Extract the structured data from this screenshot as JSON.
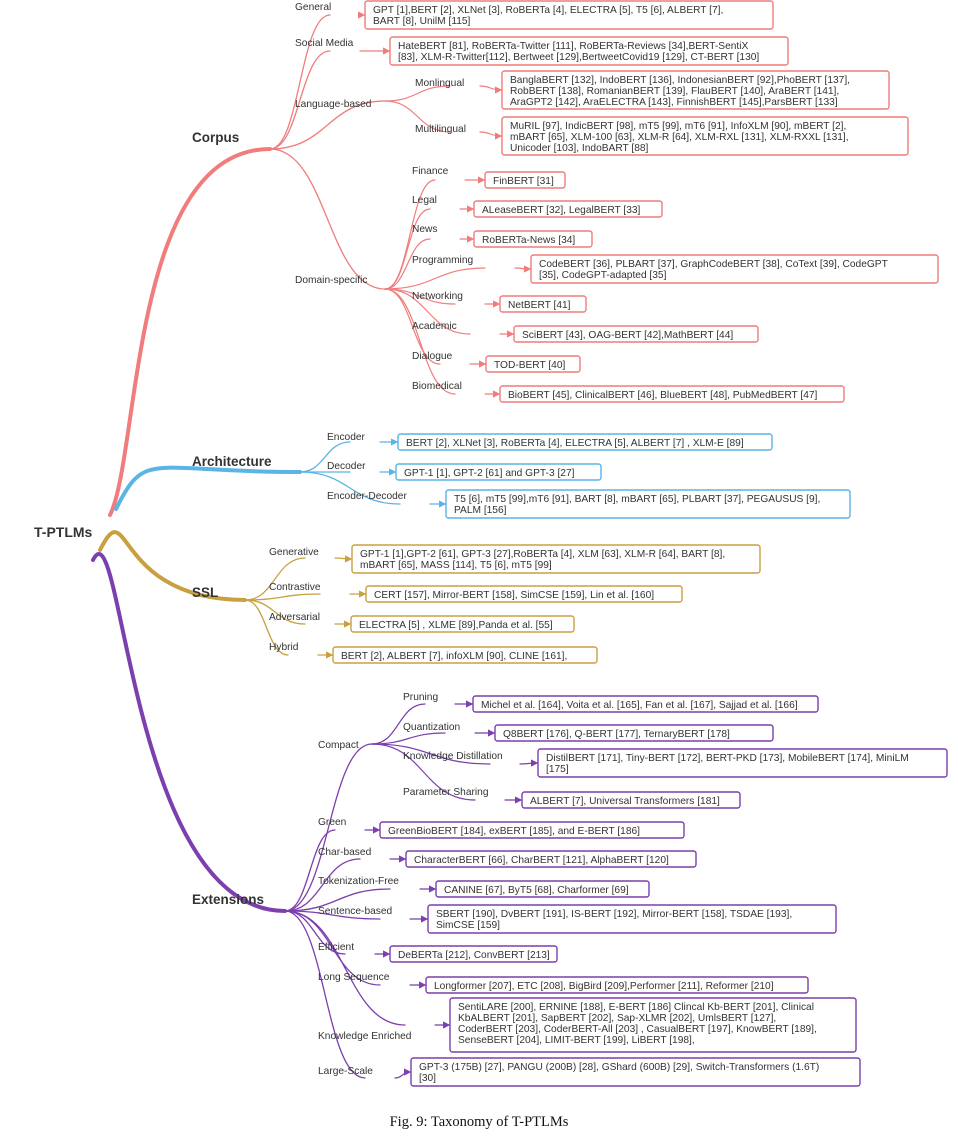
{
  "root": "T-PTLMs",
  "caption": "Fig. 9:  Taxonomy of T-PTLMs",
  "colors": {
    "corpus": "#f07c7c",
    "architecture": "#5ab4e5",
    "ssl": "#c9a040",
    "extensions": "#7b3fae"
  },
  "groups": [
    {
      "id": "corpus",
      "label": "Corpus",
      "color": "#f07c7c",
      "nodes": [
        {
          "label": "General",
          "box": [
            "GPT [1],BERT [2], XLNet [3], RoBERTa [4], ELECTRA [5], T5 [6], ALBERT [7],",
            "BART [8], UnilM [115]"
          ]
        },
        {
          "label": "Social Media",
          "box": [
            "HateBERT [81], RoBERTa-Twitter [111], RoBERTa-Reviews [34],BERT-SentiX",
            "[83], XLM-R-Twitter[112], Bertweet [129],BertweetCovid19 [129], CT-BERT [130]"
          ]
        },
        {
          "label": "Language-based",
          "children": [
            {
              "label": "Monlingual",
              "box": [
                "BanglaBERT [132], IndoBERT [136], IndonesianBERT [92],PhoBERT [137],",
                "RobBERT [138], RomanianBERT [139], FlauBERT [140], AraBERT [141],",
                "AraGPT2 [142], AraELECTRA [143],  FinnishBERT [145],ParsBERT [133]"
              ]
            },
            {
              "label": "Multilingual",
              "box": [
                "MuRIL [97], IndicBERT [98], mT5 [99], mT6 [91], InfoXLM [90], mBERT [2],",
                "mBART [65], XLM-100 [63], XLM-R [64], XLM-RXL [131], XLM-RXXL [131],",
                "Unicoder [103], IndoBART [88]"
              ]
            }
          ]
        },
        {
          "label": "Domain-specific",
          "children": [
            {
              "label": "Finance",
              "box": [
                "FinBERT [31]"
              ]
            },
            {
              "label": "Legal",
              "box": [
                "ALeaseBERT [32], LegalBERT [33]"
              ]
            },
            {
              "label": "News",
              "box": [
                "RoBERTa-News [34]"
              ]
            },
            {
              "label": "Programming",
              "box": [
                "CodeBERT [36], PLBART [37], GraphCodeBERT [38], CoText [39], CodeGPT",
                "[35], CodeGPT-adapted [35]"
              ]
            },
            {
              "label": "Networking",
              "box": [
                "NetBERT [41]"
              ]
            },
            {
              "label": "Academic",
              "box": [
                "SciBERT [43], OAG-BERT [42],MathBERT [44]"
              ]
            },
            {
              "label": "Dialogue",
              "box": [
                "TOD-BERT [40]"
              ]
            },
            {
              "label": "Biomedical",
              "box": [
                "BioBERT [45], ClinicalBERT [46], BlueBERT [48], PubMedBERT [47]"
              ]
            }
          ]
        }
      ]
    },
    {
      "id": "architecture",
      "label": "Architecture",
      "color": "#5ab4e5",
      "nodes": [
        {
          "label": "Encoder",
          "box": [
            "BERT [2], XLNet [3], RoBERTa [4], ELECTRA [5], ALBERT [7] , XLM-E [89]"
          ]
        },
        {
          "label": "Decoder",
          "box": [
            "GPT-1 [1], GPT-2 [61] and GPT-3 [27]"
          ]
        },
        {
          "label": "Encoder-Decoder",
          "box": [
            "T5 [6], mT5 [99],mT6 [91], BART [8], mBART [65], PLBART [37], PEGAUSUS [9],",
            "PALM [156]"
          ]
        }
      ]
    },
    {
      "id": "ssl",
      "label": "SSL",
      "color": "#c9a040",
      "nodes": [
        {
          "label": "Generative",
          "box": [
            "GPT-1 [1],GPT-2 [61], GPT-3 [27],RoBERTa [4], XLM [63], XLM-R [64], BART [8],",
            "mBART [65], MASS [114], T5 [6], mT5 [99]"
          ]
        },
        {
          "label": "Contrastive",
          "box": [
            "CERT [157], Mirror-BERT [158], SimCSE [159], Lin et al. [160]"
          ]
        },
        {
          "label": "Adversarial",
          "box": [
            "ELECTRA [5] , XLME [89],Panda et al. [55]"
          ]
        },
        {
          "label": "Hybrid",
          "box": [
            "BERT [2],  ALBERT [7], infoXLM [90],  CLINE [161],"
          ]
        }
      ]
    },
    {
      "id": "extensions",
      "label": "Extensions",
      "color": "#7b3fae",
      "nodes": [
        {
          "label": "Compact",
          "children": [
            {
              "label": "Pruning",
              "box": [
                "Michel et al. [164], Voita et al. [165], Fan et al. [167], Sajjad et al. [166]"
              ]
            },
            {
              "label": "Quantization",
              "box": [
                "Q8BERT [176], Q-BERT [177], TernaryBERT [178]"
              ]
            },
            {
              "label": "Knowledge Distillation",
              "box": [
                "DistilBERT [171], Tiny-BERT [172], BERT-PKD [173], MobileBERT [174], MiniLM",
                "[175]"
              ]
            },
            {
              "label": "Parameter Sharing",
              "box": [
                "ALBERT [7], Universal Transformers [181]"
              ]
            }
          ]
        },
        {
          "label": "Green",
          "box": [
            "GreenBioBERT [184], exBERT [185], and E-BERT [186]"
          ]
        },
        {
          "label": "Char-based",
          "box": [
            "CharacterBERT [66], CharBERT [121],  AlphaBERT [120]"
          ]
        },
        {
          "label": "Tokenization-Free",
          "box": [
            "CANINE [67], ByT5 [68], Charformer [69]"
          ]
        },
        {
          "label": "Sentence-based",
          "box": [
            "SBERT [190], DvBERT [191], IS-BERT [192], Mirror-BERT [158], TSDAE [193],",
            "SimCSE [159]"
          ]
        },
        {
          "label": "Efficient",
          "box": [
            "DeBERTa [212], ConvBERT [213]"
          ]
        },
        {
          "label": "Long Sequence",
          "box": [
            "Longformer [207], ETC [208], BigBird [209],Performer [211], Reformer [210]"
          ]
        },
        {
          "label": "Knowledge Enriched",
          "box": [
            "SentiLARE [200], ERNINE [188], E-BERT [186]  Clincal Kb-BERT [201], Clinical",
            "KbALBERT [201], SapBERT [202], Sap-XLMR [202], UmlsBERT [127],",
            "CoderBERT [203], CoderBERT-All [203] , CasualBERT [197], KnowBERT [189],",
            "SenseBERT [204], LIMIT-BERT [199], LiBERT [198],"
          ]
        },
        {
          "label": "Large-Scale",
          "box": [
            "GPT-3 (175B) [27], PANGU (200B) [28], GShard (600B) [29],  Switch-Transformers (1.6T)",
            "[30]"
          ]
        }
      ]
    }
  ]
}
